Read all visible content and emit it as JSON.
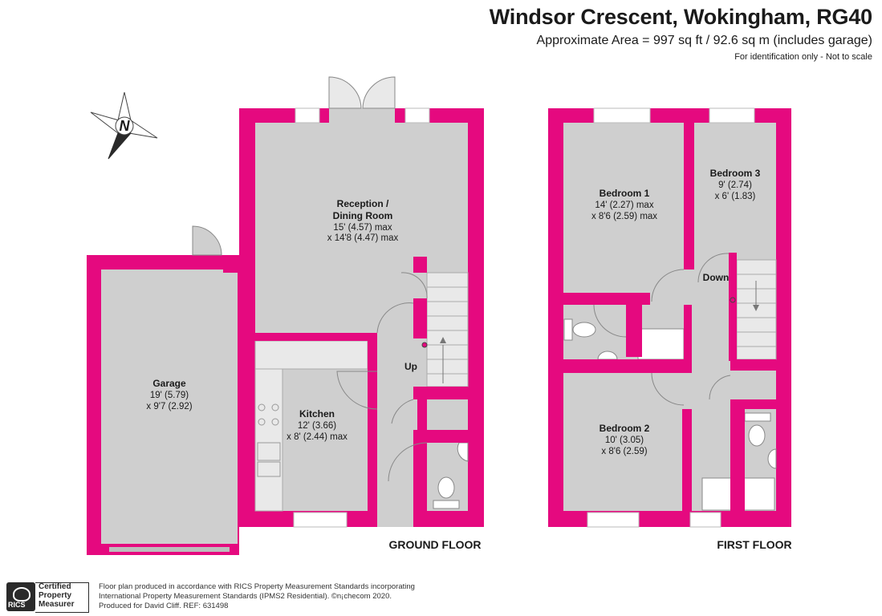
{
  "header": {
    "title": "Windsor Crescent, Wokingham, RG40",
    "area": "Approximate Area = 997 sq ft / 92.6 sq m (includes garage)",
    "note": "For identification only - Not to scale"
  },
  "compass": {
    "label": "N"
  },
  "colors": {
    "wall": "#E5097F",
    "floor": "#CFCFCF",
    "fixture": "#E9E9E9",
    "text": "#1a1a1a"
  },
  "ground_floor": {
    "label": "GROUND FLOOR",
    "stairs_label": "Up",
    "rooms": [
      {
        "name_lines": [
          "Reception /",
          "Dining Room"
        ],
        "dims": [
          "15' (4.57) max",
          "x 14'8 (4.47) max"
        ]
      },
      {
        "name_lines": [
          "Kitchen"
        ],
        "dims": [
          "12' (3.66)",
          "x 8' (2.44) max"
        ]
      },
      {
        "name_lines": [
          "Garage"
        ],
        "dims": [
          "19' (5.79)",
          "x 9'7 (2.92)"
        ]
      }
    ]
  },
  "first_floor": {
    "label": "FIRST FLOOR",
    "stairs_label": "Down",
    "rooms": [
      {
        "name_lines": [
          "Bedroom 1"
        ],
        "dims": [
          "14' (2.27) max",
          "x 8'6 (2.59) max"
        ]
      },
      {
        "name_lines": [
          "Bedroom 3"
        ],
        "dims": [
          "9' (2.74)",
          "x 6' (1.83)"
        ]
      },
      {
        "name_lines": [
          "Bedroom 2"
        ],
        "dims": [
          "10' (3.05)",
          "x 8'6 (2.59)"
        ]
      }
    ]
  },
  "footer": {
    "badge_org": "RICS",
    "badge_lines": [
      "Certified",
      "Property",
      "Measurer"
    ],
    "text_lines": [
      "Floor plan produced in accordance with RICS Property Measurement Standards incorporating",
      "International Property Measurement Standards (IPMS2 Residential).  ©n¡checom 2020.",
      "Produced for David Cliff.   REF:  631498"
    ]
  }
}
